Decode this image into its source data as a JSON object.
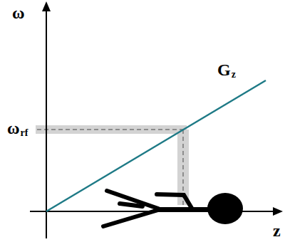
{
  "diagram": {
    "labels": [
      "ω",
      "ω",
      "rf",
      "G",
      "z",
      "z"
    ]
  }
}
